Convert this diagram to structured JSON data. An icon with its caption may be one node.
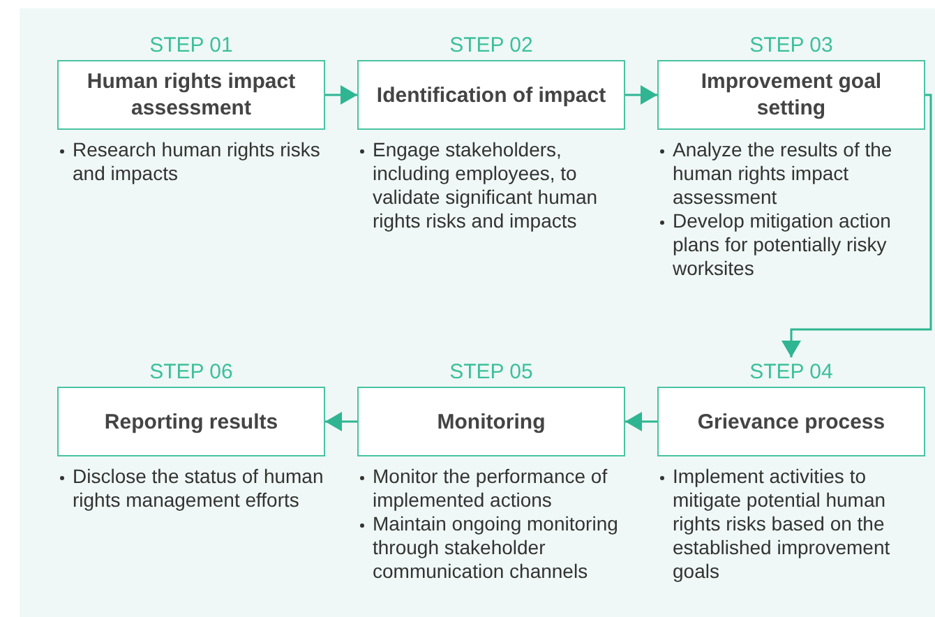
{
  "diagram": {
    "nodes": [
      {
        "text": [
          "STEP 01",
          "Human rights impact assessment"
        ],
        "beside": [
          "Research human rights risks and impacts"
        ]
      },
      {
        "text": [
          "STEP 02",
          "Identification of impact"
        ],
        "beside": [
          "Engage stakeholders, including employees, to validate significant human rights risks and impacts"
        ]
      },
      {
        "text": [
          "STEP 03",
          "Improvement goal setting"
        ],
        "beside": [
          "Analyze the results of the human rights impact assessment",
          "Develop mitigation action plans for potentially risky worksites"
        ]
      },
      {
        "text": [
          "STEP 04",
          "Grievance process"
        ],
        "beside": [
          "Implement activities to mitigate potential human rights risks based on the established improvement goals"
        ]
      },
      {
        "text": [
          "STEP 05",
          "Monitoring"
        ],
        "beside": [
          "Monitor the performance of implemented actions",
          "Maintain ongoing monitoring through stakeholder communication channels"
        ]
      },
      {
        "text": [
          "STEP 06",
          "Reporting results"
        ],
        "beside": [
          "Disclose the status of human rights management efforts"
        ]
      }
    ],
    "edges": [
      {
        "from": 0,
        "to": 1,
        "arrow": "to"
      },
      {
        "from": 1,
        "to": 2,
        "arrow": "to"
      },
      {
        "from": 2,
        "to": 3,
        "arrow": "to"
      },
      {
        "from": 3,
        "to": 4,
        "arrow": "to"
      },
      {
        "from": 4,
        "to": 5,
        "arrow": "to"
      }
    ]
  }
}
